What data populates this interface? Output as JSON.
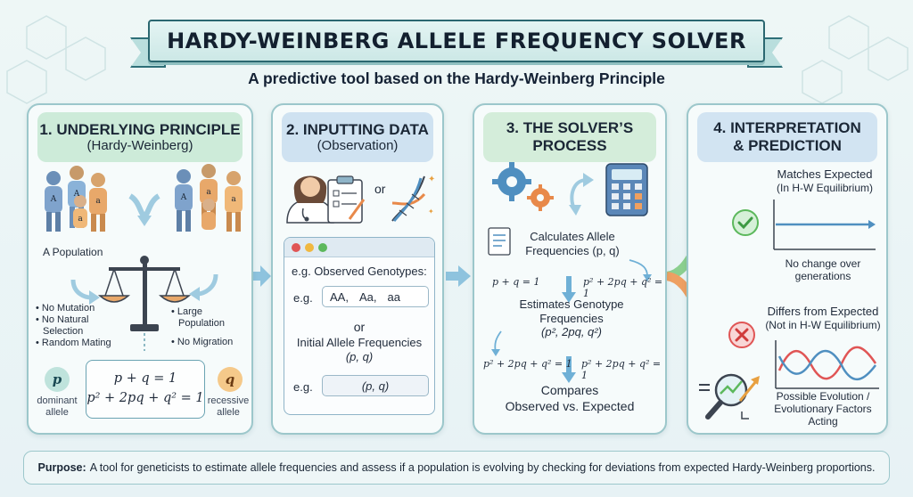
{
  "title": "HARDY-WEINBERG ALLELE FREQUENCY SOLVER",
  "subtitle": "A predictive tool based on the Hardy-Weinberg Principle",
  "panel1": {
    "title": "1. UNDERLYING PRINCIPLE",
    "subtitle": "(Hardy-Weinberg)",
    "population_label": "A Population",
    "assumptions_left": [
      "• No Mutation",
      "• No Natural",
      "  Selection",
      "• Random Mating"
    ],
    "assumptions_right": [
      "• Large",
      "  Population",
      "• No Migration"
    ],
    "formula_1": "p + q = 1",
    "formula_2": "p² + 2pq + q² = 1",
    "p_symbol": "p",
    "q_symbol": "q",
    "p_caption": [
      "dominant",
      "allele"
    ],
    "q_caption": [
      "recessive",
      "allele"
    ]
  },
  "panel2": {
    "title": "2. INPUTTING DATA",
    "subtitle": "(Observation)",
    "or_label": "or",
    "observed_label": "e.g. Observed Genotypes:",
    "eg_label": "e.g.",
    "genotypes": [
      "AA,",
      "Aa,",
      "aa"
    ],
    "or_label_2": "or",
    "initial_label_1": "Initial Allele Frequencies",
    "initial_label_2": "(p, q)",
    "eg_label_2": "e.g.",
    "pq_value": "(p, q)"
  },
  "panel3": {
    "title_1": "3. THE SOLVER’S",
    "title_2": "PROCESS",
    "step1_1": "Calculates Allele",
    "step1_2": "Frequencies (p, q)",
    "eq_left": "p + q = 1",
    "eq_right": "p² + 2pq + q² = 1",
    "step2_1": "Estimates Genotype",
    "step2_2": "Frequencies",
    "step2_3": "(p², 2pq, q²)",
    "eq_left_2": "p² + 2pq + q² = 1",
    "eq_right_2": "p² + 2pq + q² = 1",
    "step3_1": "Compares",
    "step3_2": "Observed vs. Expected"
  },
  "panel4": {
    "title_1": "4. INTERPRETATION",
    "title_2": "& PREDICTION",
    "match_1": "Matches Expected",
    "match_2": "(In H-W Equilibrium)",
    "no_change_1": "No change over",
    "no_change_2": "generations",
    "differ_1": "Differs from Expected",
    "differ_2": "(Not in H-W Equilibrium)",
    "evolution_1": "Possible Evolution /",
    "evolution_2": "Evolutionary Factors",
    "evolution_3": "Acting"
  },
  "purpose": {
    "label": "Purpose:",
    "text": "A tool for geneticists to estimate allele frequencies and assess if a population is evolving by checking for deviations from expected Hardy-Weinberg proportions."
  },
  "colors": {
    "teal": "#2b6770",
    "green": "#5cb85c",
    "red": "#e05555",
    "blue_arrow": "#6fb0d6",
    "orange_arrow": "#e8894a"
  }
}
